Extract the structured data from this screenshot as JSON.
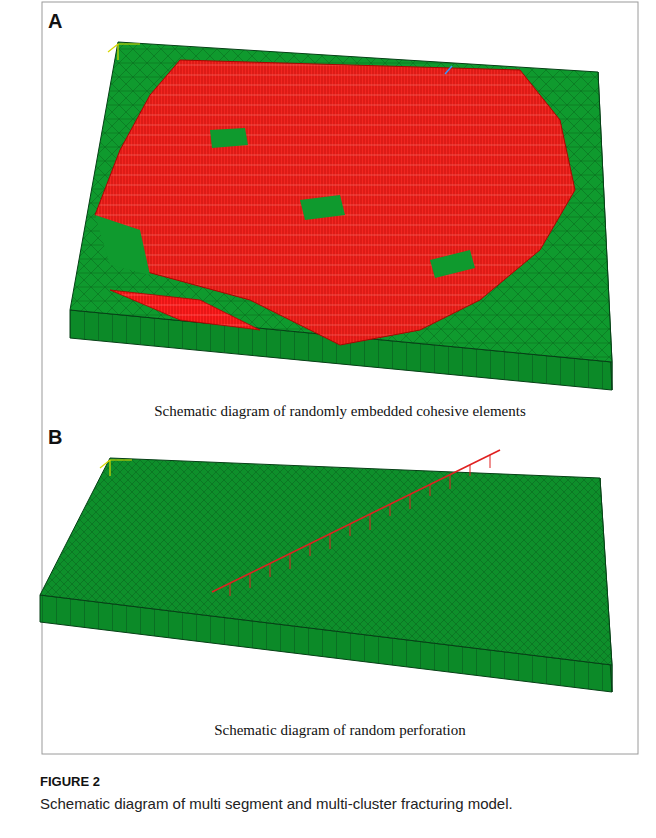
{
  "diagram": {
    "caption": "Schematic diagram of multi segment and multi-cluster fracturing model.",
    "labels": [
      "A",
      "Schematic diagram of randomly embedded cohesive elements",
      "B",
      "Schematic diagram of random perforation",
      "FIGURE 2"
    ]
  }
}
